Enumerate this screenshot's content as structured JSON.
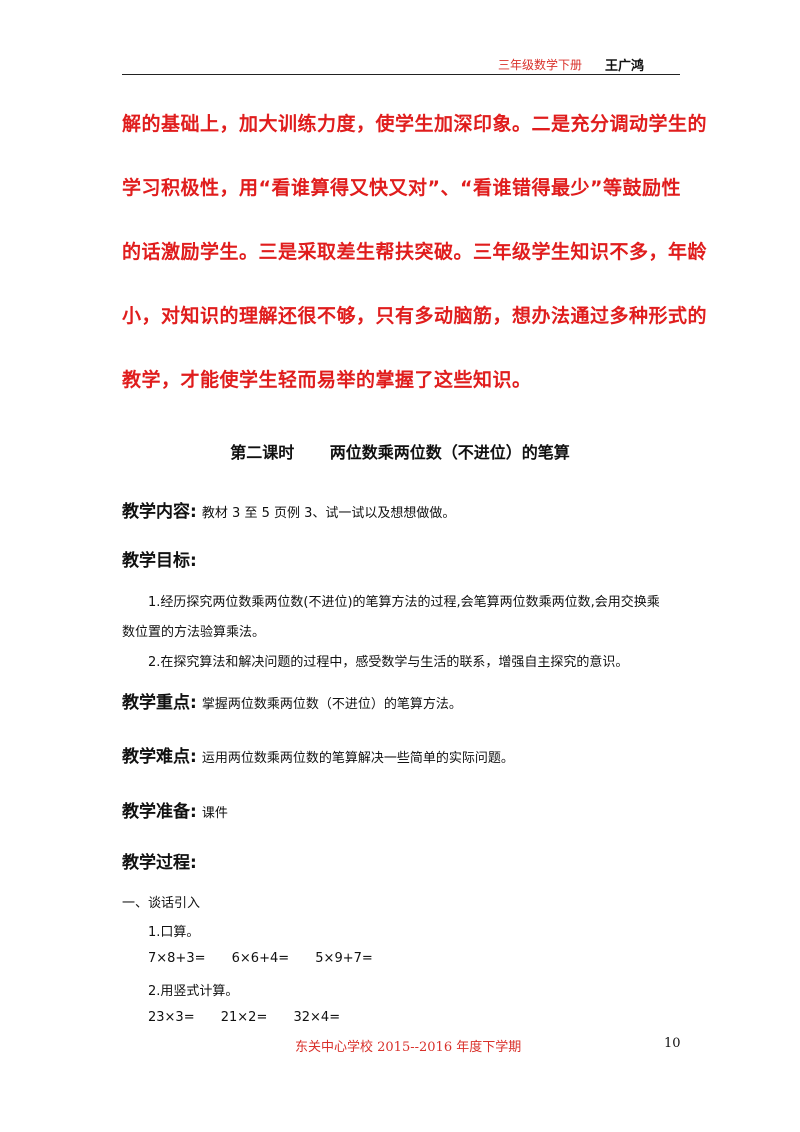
{
  "header": {
    "subject": "三年级数学下册",
    "author": "王广鸿"
  },
  "intro_lines": [
    "解的基础上，加大训练力度，使学生加深印象。二是充分调动学生的",
    "学习积极性，用“看谁算得又快又对”、“看谁错得最少”等鼓励性",
    "的话激励学生。三是采取差生帮扶突破。三年级学生知识不多，年龄",
    "小，对知识的理解还很不够，只有多动脑筋，想办法通过多种形式的",
    "教学，才能使学生轻而易举的掌握了这些知识。"
  ],
  "lesson": {
    "period": "第二课时",
    "title": "两位数乘两位数（不进位）的笔算"
  },
  "content": {
    "label": "教学内容:",
    "value": "教材 3 至 5 页例 3、试一试以及想想做做。"
  },
  "goals": {
    "label": "教学目标:",
    "item1": "1.经历探究两位数乘两位数(不进位)的笔算方法的过程,会笔算两位数乘两位数,会用交换乘数位置的方法验算乘法。",
    "item2": "2.在探究算法和解决问题的过程中，感受数学与生活的联系，增强自主探究的意识。"
  },
  "key_points": {
    "label": "教学重点:",
    "value": "掌握两位数乘两位数（不进位）的笔算方法。"
  },
  "difficulty": {
    "label": "教学难点:",
    "value": "运用两位数乘两位数的笔算解决一些简单的实际问题。"
  },
  "prep": {
    "label": "教学准备:",
    "value": "课件"
  },
  "process": {
    "label": "教学过程:",
    "step1": "一、谈话引入",
    "oral_title": "1.口算。",
    "oral": [
      "7×8+3=",
      "6×6+4=",
      "5×9+7="
    ],
    "vertical_title": "2.用竖式计算。",
    "vertical": [
      "23×3=",
      "21×2=",
      "32×4="
    ]
  },
  "footer": {
    "school": "东关中心学校 2015--2016 年度下学期",
    "page": "10"
  }
}
